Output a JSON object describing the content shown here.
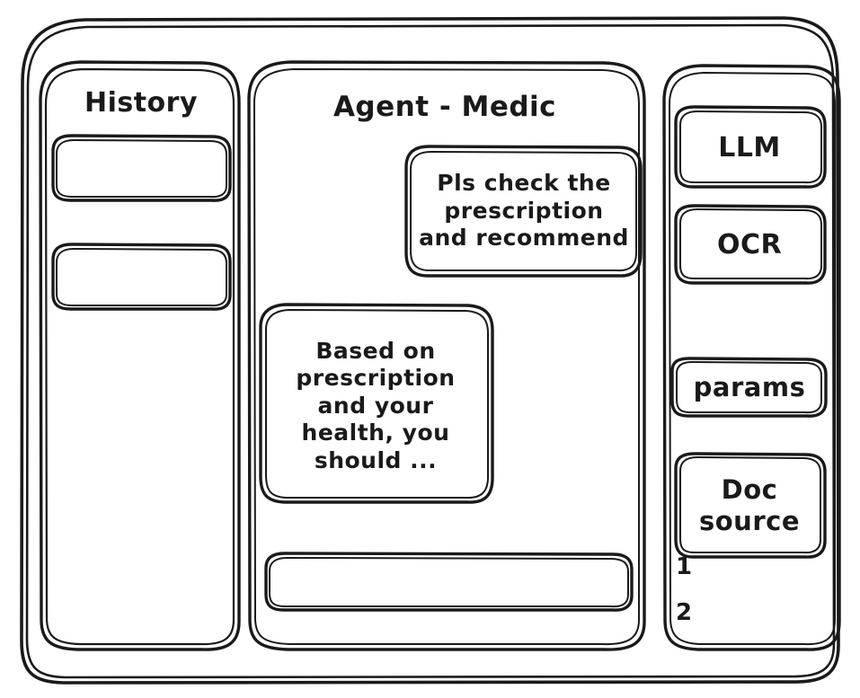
{
  "theme": {
    "stroke_color": "#1a1a1a",
    "background_color": "#ffffff",
    "style": "hand-drawn-wireframe"
  },
  "sidebar_left": {
    "title": "History",
    "items": [
      {
        "label": ""
      },
      {
        "label": ""
      }
    ]
  },
  "main": {
    "title": "Agent - Medic",
    "messages": [
      {
        "role": "user",
        "text": "Pls check the\nprescription\nand recommend"
      },
      {
        "role": "agent",
        "text": "Based on\nprescription\nand your\nhealth, you\nshould ..."
      }
    ],
    "composer": {
      "value": "",
      "placeholder": ""
    }
  },
  "sidebar_right": {
    "tools": [
      {
        "label": "LLM"
      },
      {
        "label": "OCR"
      },
      {
        "label": "params"
      }
    ],
    "doc_source": {
      "label": "Doc\nsource",
      "entries": [
        "1",
        "2"
      ]
    }
  }
}
